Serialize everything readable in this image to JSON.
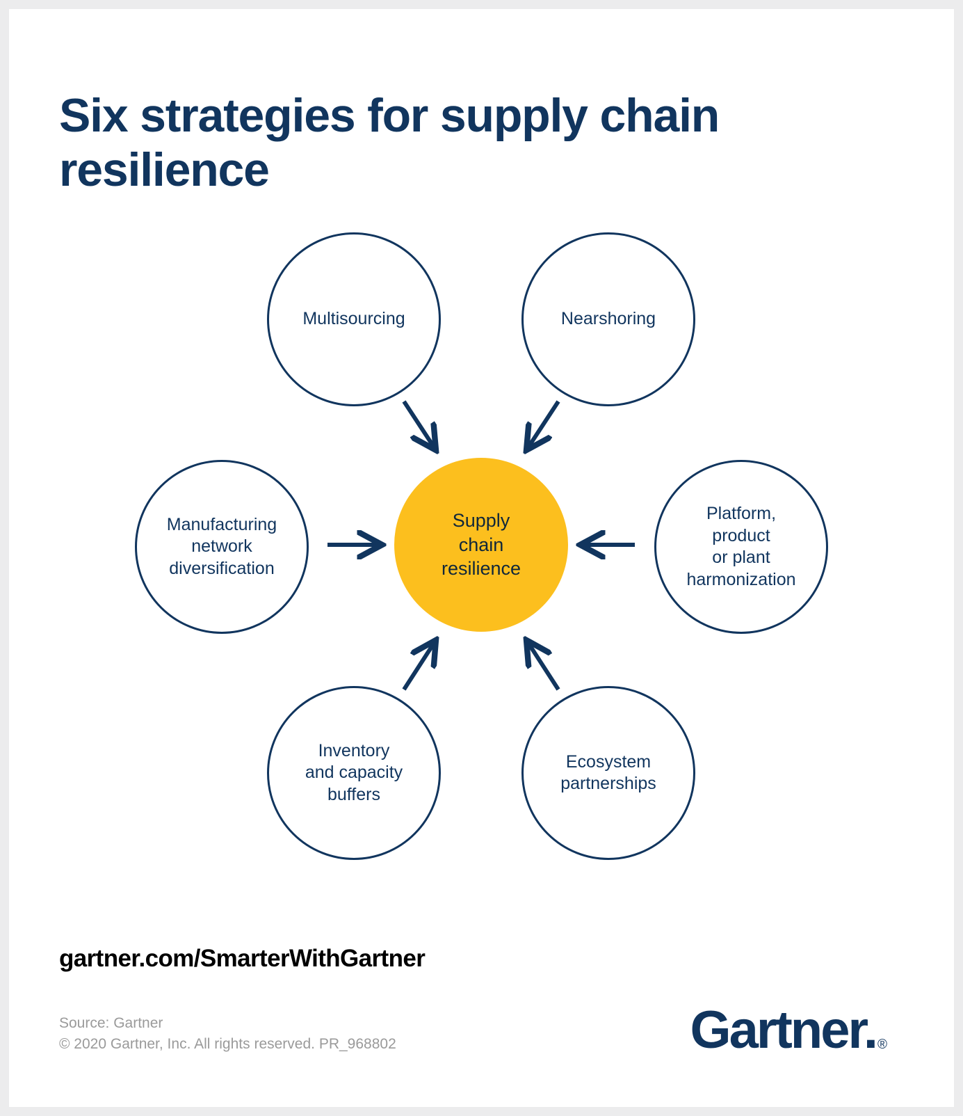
{
  "page": {
    "title": "Six strategies for supply chain resilience",
    "background_color": "#ececed",
    "card_color": "#ffffff",
    "brand_navy": "#11355e",
    "accent_amber": "#fcbf1e"
  },
  "diagram": {
    "type": "hub-and-spoke",
    "center": {
      "label": "Supply\nchain\nresilience",
      "fill": "#fcbf1e",
      "text_color": "#10273a"
    },
    "nodes": [
      {
        "id": "multisourcing",
        "label": "Multisourcing",
        "position": "top-left"
      },
      {
        "id": "nearshoring",
        "label": "Nearshoring",
        "position": "top-right"
      },
      {
        "id": "manufacturing",
        "label": "Manufacturing\nnetwork\ndiversification",
        "position": "left"
      },
      {
        "id": "platform",
        "label": "Platform,\nproduct\nor plant\nharmonization",
        "position": "right"
      },
      {
        "id": "inventory",
        "label": "Inventory\nand capacity\nbuffers",
        "position": "bottom-left"
      },
      {
        "id": "ecosystem",
        "label": "Ecosystem\npartnerships",
        "position": "bottom-right"
      }
    ],
    "arrow_color": "#11355e",
    "arrow_direction": "inward-to-center"
  },
  "footer": {
    "url": "gartner.com/SmarterWithGartner",
    "source": "Source: Gartner",
    "copyright": "© 2020 Gartner, Inc. All rights reserved. PR_968802",
    "logo_word": "Gartner.",
    "logo_registered": "®"
  }
}
